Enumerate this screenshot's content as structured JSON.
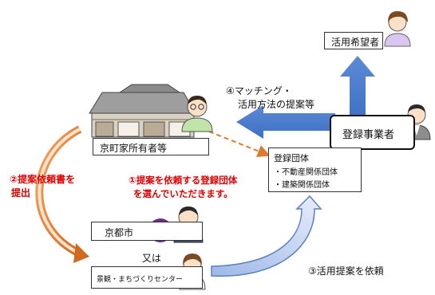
{
  "hopeful_user": {
    "label": "活用希望者"
  },
  "matching_arrow": {
    "line1": "④マッチング・",
    "line2": "活用方法の提案等"
  },
  "contractor": {
    "label": "登録事業者"
  },
  "owner": {
    "label": "京町家所有者等"
  },
  "registered_groups": {
    "title": "登録団体",
    "items": [
      "・不動産関係団体",
      "・建築関係団体"
    ]
  },
  "step2": {
    "line1": "②提案依頼書を",
    "line2": "提出"
  },
  "step1": {
    "line1": "①提案を依頼する登録団体",
    "line2": "を選んでいただきます。"
  },
  "city": {
    "label": "京都市"
  },
  "or_text": {
    "label": "又は"
  },
  "center": {
    "label": "景観・まちづくりセンター"
  },
  "step3": {
    "label": "③活用提案を依頼"
  },
  "colors": {
    "blue_arrow": "#4f7ccb",
    "orange_arrow": "#e07a2e",
    "red_text": "#e00000"
  }
}
